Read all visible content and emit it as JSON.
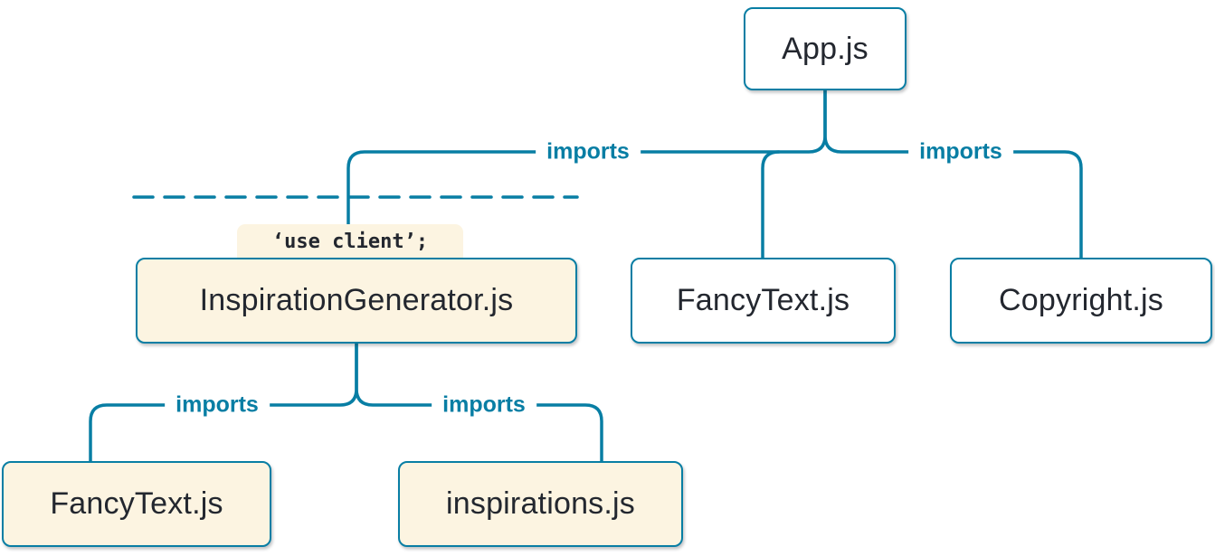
{
  "colors": {
    "line": "#087ea4",
    "box_border": "#087ea4",
    "label": "#087ea4",
    "text": "#23272f",
    "server_bg": "#ffffff",
    "client_bg": "#fcf4e1",
    "canvas_bg": "#ffffff"
  },
  "nodes": {
    "app": {
      "label": "App.js"
    },
    "inspiration_generator": {
      "label": "InspirationGenerator.js",
      "directive": "‘use client’;"
    },
    "fancy_text_top": {
      "label": "FancyText.js"
    },
    "copyright": {
      "label": "Copyright.js"
    },
    "fancy_text_bottom": {
      "label": "FancyText.js"
    },
    "inspirations": {
      "label": "inspirations.js"
    }
  },
  "edges": {
    "app_to_inspiration_generator": {
      "label": "imports"
    },
    "app_to_fancy_text": {
      "label": ""
    },
    "app_to_copyright": {
      "label": "imports"
    },
    "inspiration_generator_to_fancy_text": {
      "label": "imports"
    },
    "inspiration_generator_to_inspirations": {
      "label": "imports"
    }
  }
}
